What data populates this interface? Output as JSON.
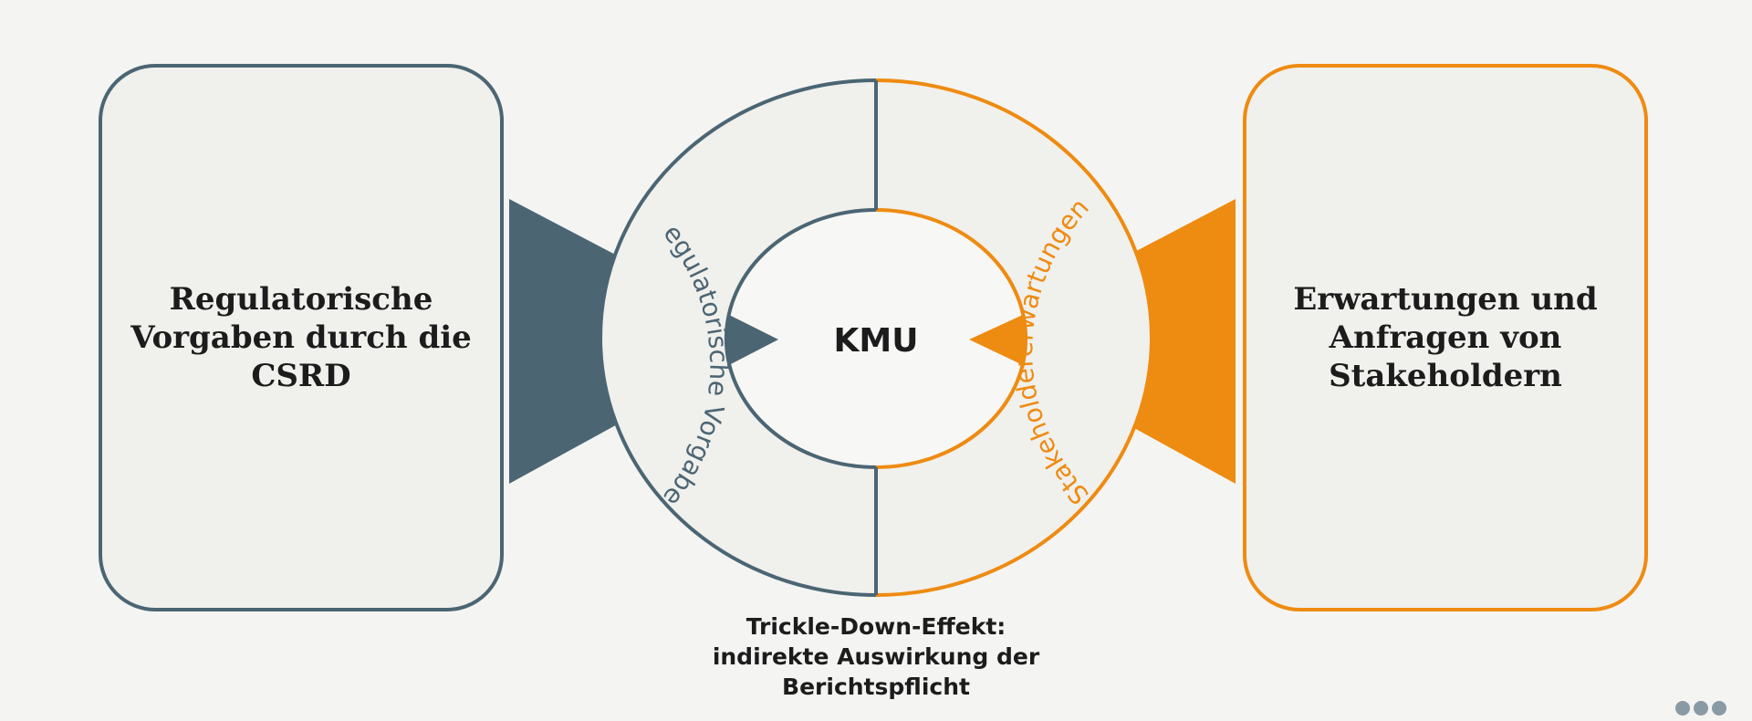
{
  "left_box": {
    "text": "Regulatorische\nVorgaben durch die\nCSRD"
  },
  "right_box": {
    "text": "Erwartungen und\nAnfragen von\nStakeholdern"
  },
  "center": {
    "label": "KMU"
  },
  "ring": {
    "left_arc_label": "Regulatorische Vorgaben",
    "right_arc_label": "Stakeholdererwartungen"
  },
  "caption": "Trickle-Down-Effekt:\nindirekte Auswirkung der\nBerichtspflicht",
  "colors": {
    "slate": "#4b6573",
    "orange": "#ee8b11",
    "panel": "#f0f0ed",
    "background": "#f4f4f2"
  },
  "more_menu": {
    "icon": "more-dots-icon"
  }
}
